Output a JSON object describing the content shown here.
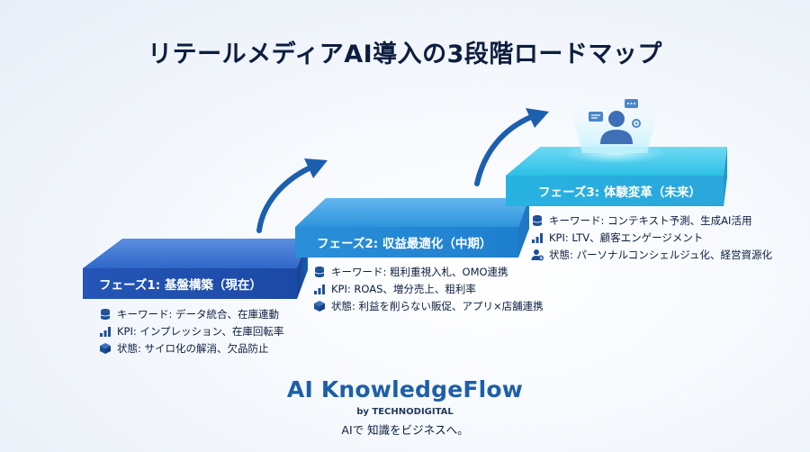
{
  "title": "リテールメディアAI導入の3段階ロードマップ",
  "phases": [
    {
      "label": "フェーズ1: 基盤構築（現在）",
      "items": [
        {
          "icon": "database-icon",
          "text": "キーワード: データ統合、在庫連動"
        },
        {
          "icon": "bar-chart-icon",
          "text": "KPI: インプレッション、在庫回転率"
        },
        {
          "icon": "cube-icon",
          "text": "状態: サイロ化の解消、欠品防止"
        }
      ]
    },
    {
      "label": "フェーズ2: 収益最適化（中期）",
      "items": [
        {
          "icon": "database-icon",
          "text": "キーワード: 粗利重視入札、OMO連携"
        },
        {
          "icon": "bar-chart-icon",
          "text": "KPI: ROAS、増分売上、粗利率"
        },
        {
          "icon": "cube-icon",
          "text": "状態: 利益を削らない販促、アプリ×店舗連携"
        }
      ]
    },
    {
      "label": "フェーズ3: 体験変革（未来）",
      "items": [
        {
          "icon": "database-icon",
          "text": "キーワード: コンテキスト予測、生成AI活用"
        },
        {
          "icon": "bar-chart-icon",
          "text": "KPI: LTV、顧客エンゲージメント"
        },
        {
          "icon": "user-gear-icon",
          "text": "状態: パーソナルコンシェルジュ化、経営資源化"
        }
      ]
    }
  ],
  "colors": {
    "phase1": "#1e55b8",
    "phase2": "#1f8fd6",
    "phase3": "#22b8e2",
    "arrow": "#1b5fae",
    "icon": "#1d4f99"
  },
  "brand": {
    "name": "AI KnowledgeFlow",
    "by": "by TECHNODIGITAL",
    "tagline": "AIで 知識をビジネスへ。"
  }
}
